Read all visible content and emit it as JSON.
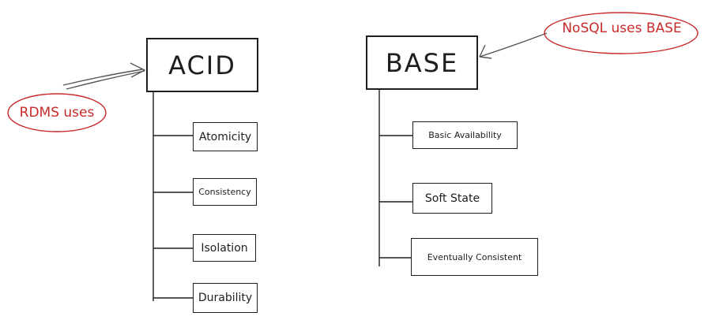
{
  "acid": {
    "title": "ACID",
    "items": [
      "Atomicity",
      "Consistency",
      "Isolation",
      "Durability"
    ],
    "annotation": "RDMS uses"
  },
  "base": {
    "title": "BASE",
    "items": [
      "Basic Availability",
      "Soft State",
      "Eventually Consistent"
    ],
    "annotation": "NoSQL uses BASE"
  },
  "colors": {
    "stroke": "#1e1e1e",
    "annotation": "#c92a2a",
    "background": "#ffffff"
  }
}
